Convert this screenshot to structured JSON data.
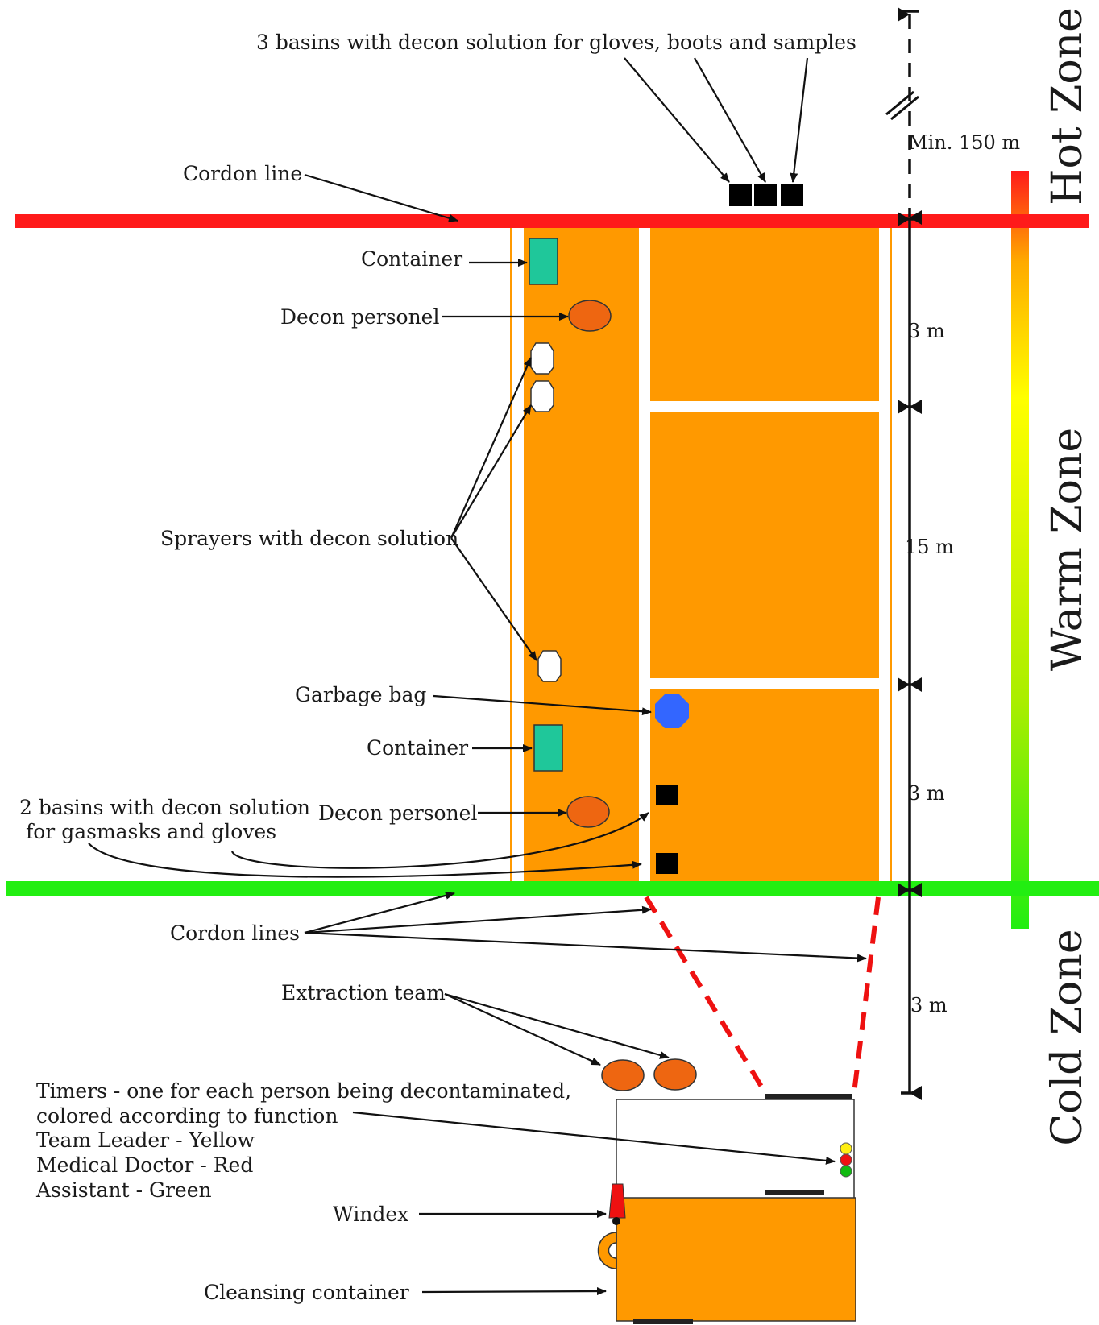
{
  "colors": {
    "hot_cordon": "#ff1a1a",
    "cold_cordon": "#22ee11",
    "decon_area": "#ff9900",
    "container": "#1fc79a",
    "decon_personel": "#ee6611",
    "garbage_bag": "#3366ff",
    "basin": "#000000",
    "windex": "#ee1111",
    "timer_yellow": "#ffee11",
    "timer_red": "#ee1111",
    "timer_green": "#11bb11",
    "extraction_dash": "#ee1111"
  },
  "icons": {
    "basin": "black-square",
    "container": "teal-rectangle",
    "decon_personel": "orange-ellipse",
    "sprayer": "white-octagon",
    "garbage_bag": "blue-octagon",
    "timer": "colored-dot",
    "windex": "red-spray-bottle"
  },
  "labels": {
    "basins_top": "3 basins with decon solution for gloves, boots and samples",
    "cordon_line": "Cordon line",
    "container_top": "Container",
    "decon_personel_top": "Decon personel",
    "sprayers": "Sprayers with decon solution",
    "garbage_bag": "Garbage bag",
    "container_bottom": "Container",
    "basins_bottom_1": "2 basins with decon solution",
    "basins_bottom_2": "for gasmasks and gloves",
    "decon_personel_bottom": "Decon personel",
    "cordon_lines": "Cordon lines",
    "extraction_team": "Extraction team",
    "timers_1": "Timers - one for each person being decontaminated,",
    "timers_2": "colored according to function",
    "timers_3": "Team Leader - Yellow",
    "timers_4": "Medical Doctor - Red",
    "timers_5": "Assistant - Green",
    "windex": "Windex",
    "cleansing_container": "Cleansing container"
  },
  "dimensions": {
    "min_distance": "Min. 150 m",
    "top_section": "3 m",
    "middle_section": "15 m",
    "bottom_section": "3 m",
    "exit_section": "3 m"
  },
  "zones": {
    "hot": "Hot Zone",
    "warm": "Warm Zone",
    "cold": "Cold Zone"
  }
}
